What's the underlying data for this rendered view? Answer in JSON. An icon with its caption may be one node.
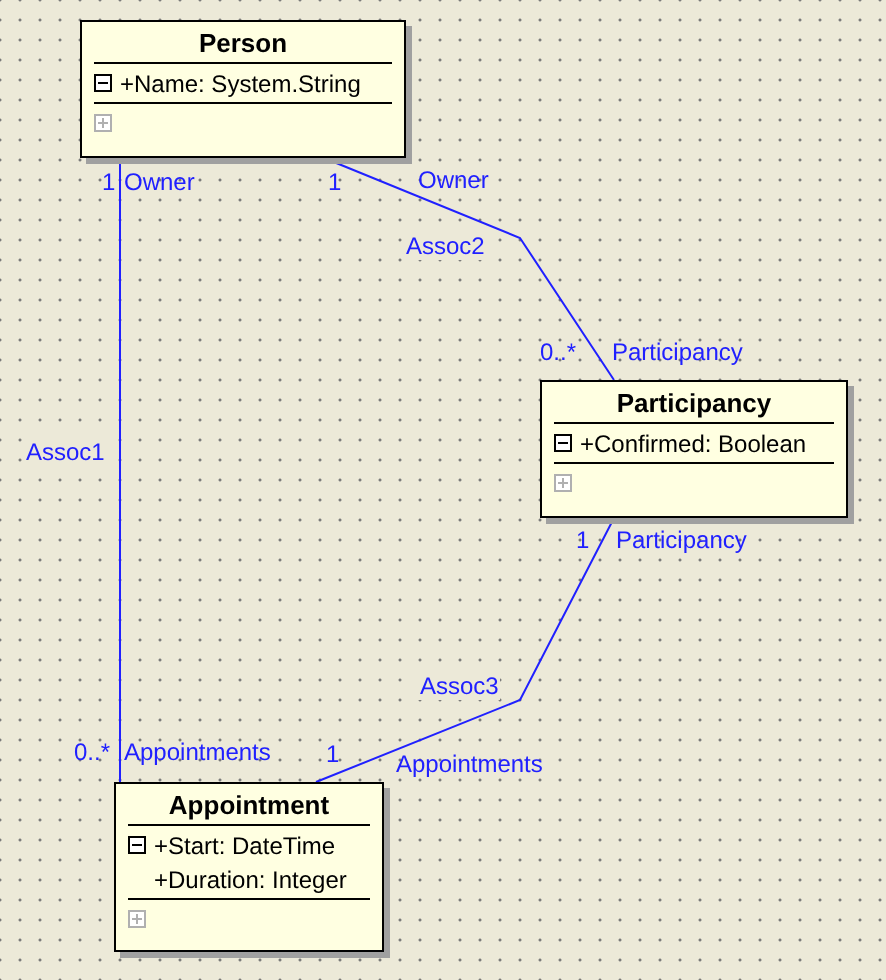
{
  "diagram": {
    "nodes": [
      {
        "text": [
          "Person",
          "+Name: System.String"
        ]
      },
      {
        "text": [
          "Participancy",
          "+Confirmed: Boolean"
        ]
      },
      {
        "text": [
          "Appointment",
          "+Start: DateTime",
          "+Duration: Integer"
        ]
      }
    ],
    "edges": [
      {
        "from": 0,
        "to": 2,
        "arrow": "none",
        "label": "Assoc1"
      },
      {
        "from": 0,
        "to": 1,
        "arrow": "none",
        "label": "Assoc2"
      },
      {
        "from": 1,
        "to": 2,
        "arrow": "none",
        "label": "Assoc3"
      }
    ],
    "labels": [
      "1",
      "Owner",
      "1",
      "Owner",
      "0..*",
      "Participancy",
      "1",
      "Participancy",
      "0..*",
      "Appointments",
      "1",
      "Appointments"
    ]
  }
}
